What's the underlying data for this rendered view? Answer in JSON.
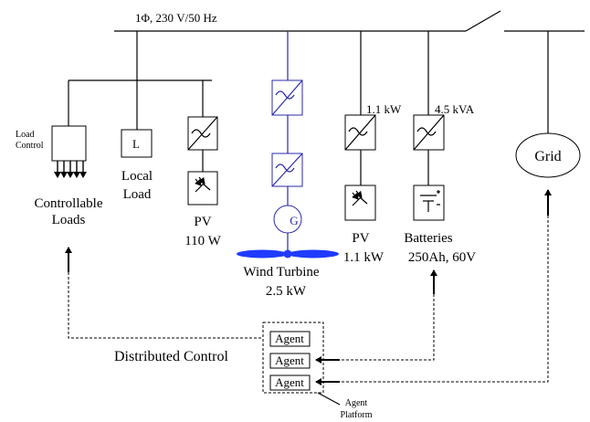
{
  "bus": {
    "label": "1Φ, 230 V/50 Hz"
  },
  "load_control": {
    "line1": "Load",
    "line2": "Control"
  },
  "controllable_loads": {
    "line1": "Controllable",
    "line2": "Loads"
  },
  "local_load": {
    "box": "L",
    "line1": "Local",
    "line2": "Load"
  },
  "pv_small": {
    "line1": "PV",
    "line2": "110 W"
  },
  "wind_turbine": {
    "symbol": "G",
    "line1": "Wind Turbine",
    "line2": "2.5 kW"
  },
  "pv_large": {
    "rating": "1.1 kW",
    "line1": "PV",
    "line2": "1.1 kW"
  },
  "batteries": {
    "rating": "4.5 kVA",
    "line1": "Batteries",
    "line2": "250Ah, 60V"
  },
  "grid": {
    "label": "Grid"
  },
  "control": {
    "title": "Distributed Control",
    "agents": [
      "Agent",
      "Agent",
      "Agent"
    ],
    "platform_line1": "Agent",
    "platform_line2": "Platform"
  },
  "colors": {
    "line": "#000000",
    "wind": "#2a2aa8",
    "blade": "#1f3bff"
  }
}
